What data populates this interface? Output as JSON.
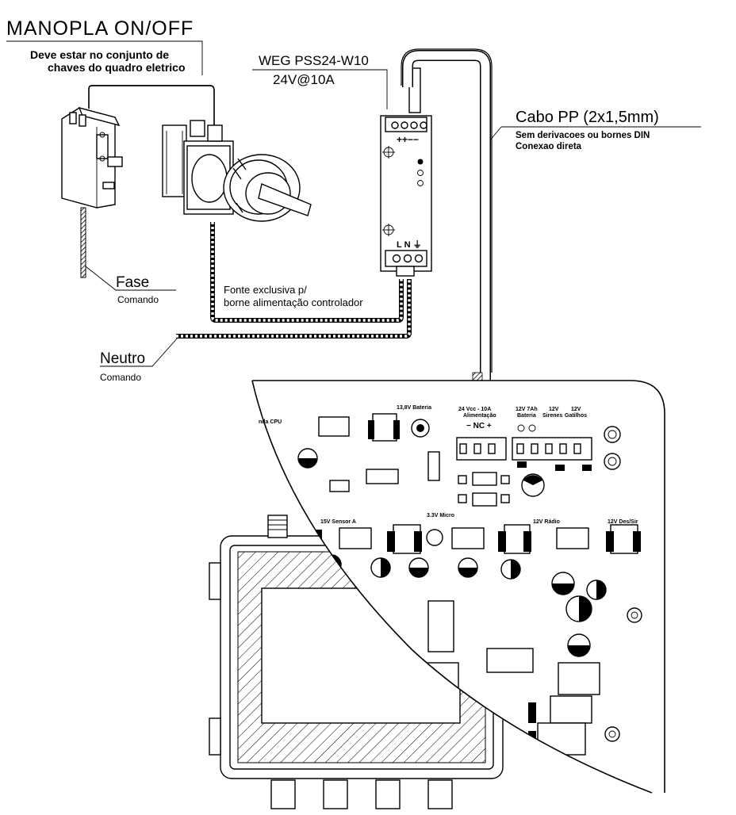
{
  "labels": {
    "manopla_title": "MANOPLA ON/OFF",
    "manopla_note_1": "Deve estar no conjunto de",
    "manopla_note_2": "chaves do quadro eletrico",
    "psu_model": "WEG PSS24-W10",
    "psu_rating": "24V@10A",
    "cable_title": "Cabo PP (2x1,5mm)",
    "cable_note_1": "Sem derivacoes ou bornes DIN",
    "cable_note_2": "Conexao direta",
    "fase": "Fase",
    "fase_sub": "Comando",
    "neutro": "Neutro",
    "neutro_sub": "Comando",
    "fonte_note_1": "Fonte exclusiva p/",
    "fonte_note_2": "borne alimentação controlador",
    "psu_terminals_top": "++−−",
    "psu_terminals_bottom": "L N ⏚"
  },
  "board": {
    "cpu": "nda CPU",
    "bat_138": "13,8V Bateria",
    "pwr_label_1": "24 Vcc - 10A",
    "pwr_label_2": "Alimentação",
    "pwr_signs": "−  NC  +",
    "bat_12v_1": "12V 7Ah",
    "bat_12v_2": "Bateria",
    "sir_1": "12V",
    "sir_2": "Sirenes",
    "gat_1": "12V",
    "gat_2": "Gatilhos",
    "sensor_15v": "15V Sensor A",
    "micro_33v": "3.3V Micro",
    "radio_12v": "12V Rádio",
    "des_12v": "12V Des/Sir"
  }
}
